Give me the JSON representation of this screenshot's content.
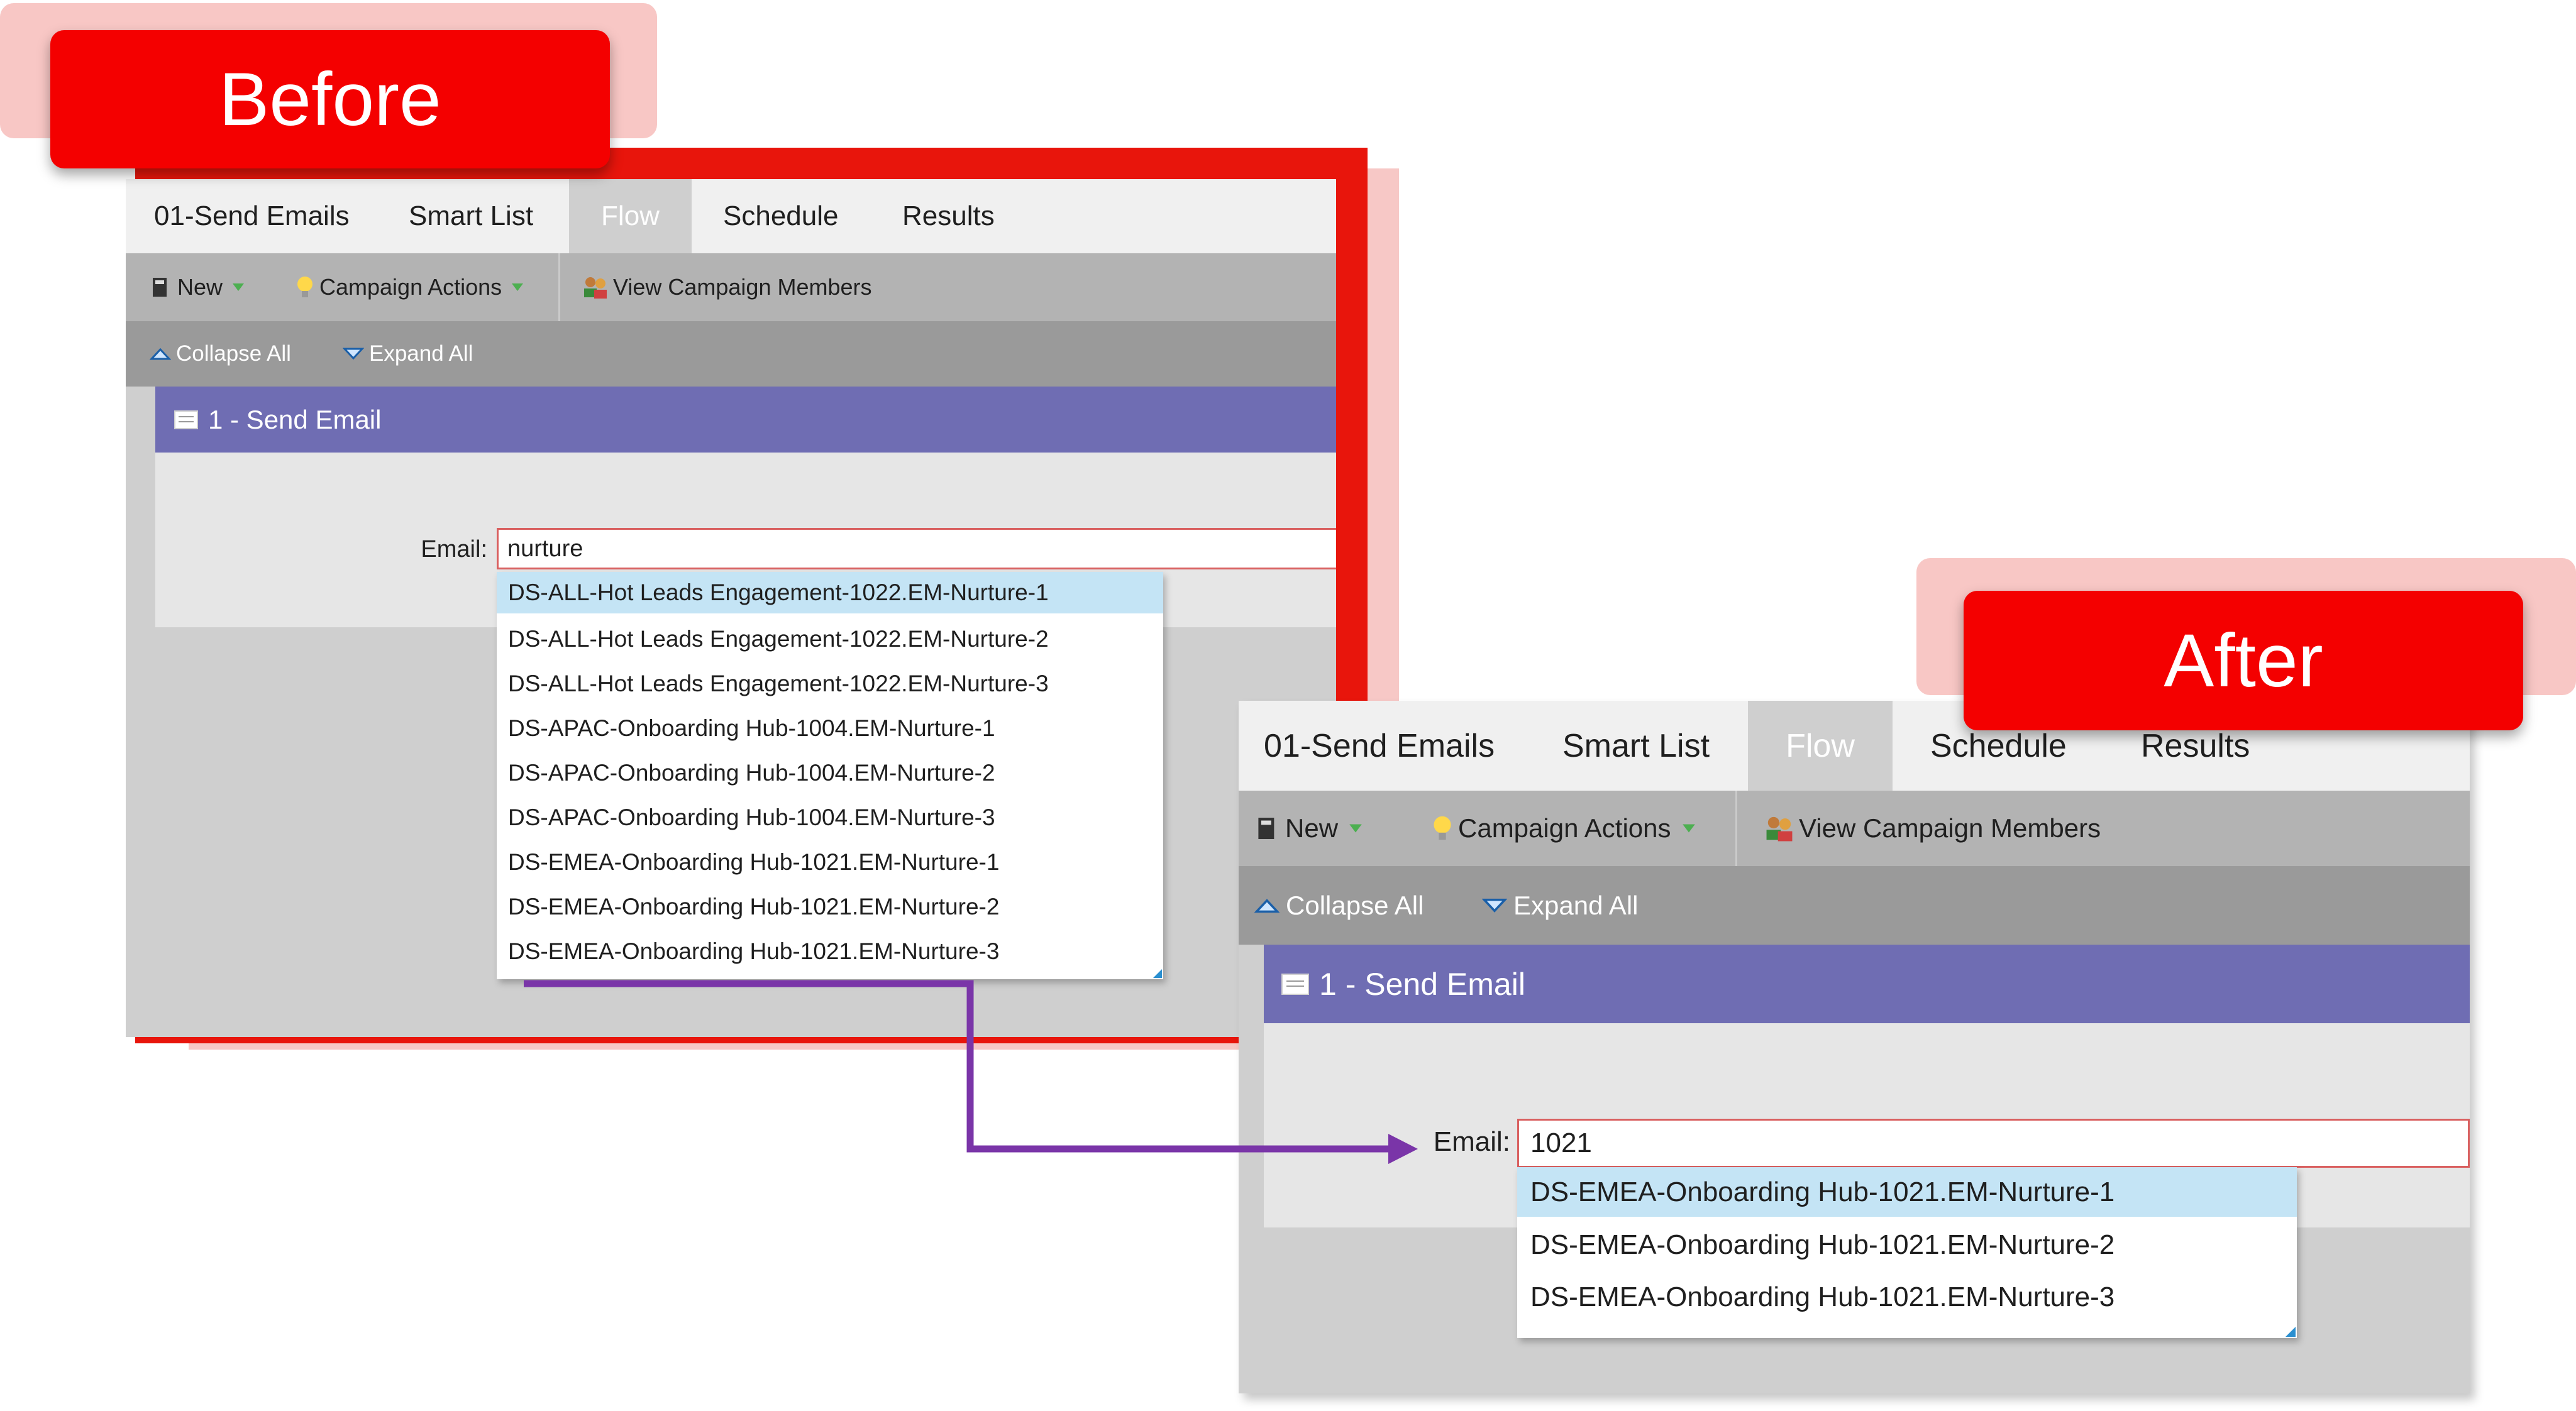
{
  "labels": {
    "before": "Before",
    "after": "After"
  },
  "tabs": [
    {
      "label": "01-Send Emails"
    },
    {
      "label": "Smart List"
    },
    {
      "label": "Flow"
    },
    {
      "label": "Schedule"
    },
    {
      "label": "Results"
    }
  ],
  "toolbar": {
    "new_label": "New",
    "campaign_actions_label": "Campaign Actions",
    "view_members_label": "View Campaign Members"
  },
  "subbar": {
    "collapse_label": "Collapse All",
    "expand_label": "Expand All"
  },
  "step": {
    "title": "1 - Send Email"
  },
  "email_label": "Email:",
  "before": {
    "query": "nurture",
    "results": [
      "DS-ALL-Hot Leads Engagement-1022.EM-Nurture-1",
      "DS-ALL-Hot Leads Engagement-1022.EM-Nurture-2",
      "DS-ALL-Hot Leads Engagement-1022.EM-Nurture-3",
      "DS-APAC-Onboarding Hub-1004.EM-Nurture-1",
      "DS-APAC-Onboarding Hub-1004.EM-Nurture-2",
      "DS-APAC-Onboarding Hub-1004.EM-Nurture-3",
      "DS-EMEA-Onboarding Hub-1021.EM-Nurture-1",
      "DS-EMEA-Onboarding Hub-1021.EM-Nurture-2",
      "DS-EMEA-Onboarding Hub-1021.EM-Nurture-3"
    ]
  },
  "after": {
    "query": "1021",
    "results": [
      "DS-EMEA-Onboarding Hub-1021.EM-Nurture-1",
      "DS-EMEA-Onboarding Hub-1021.EM-Nurture-2",
      "DS-EMEA-Onboarding Hub-1021.EM-Nurture-3"
    ]
  },
  "colors": {
    "badge_red": "#f40000",
    "frame_red": "#e8150c",
    "header_purple": "#6f6db3",
    "highlight_blue": "#c4e4f5",
    "arrow_purple": "#7a35a8"
  }
}
